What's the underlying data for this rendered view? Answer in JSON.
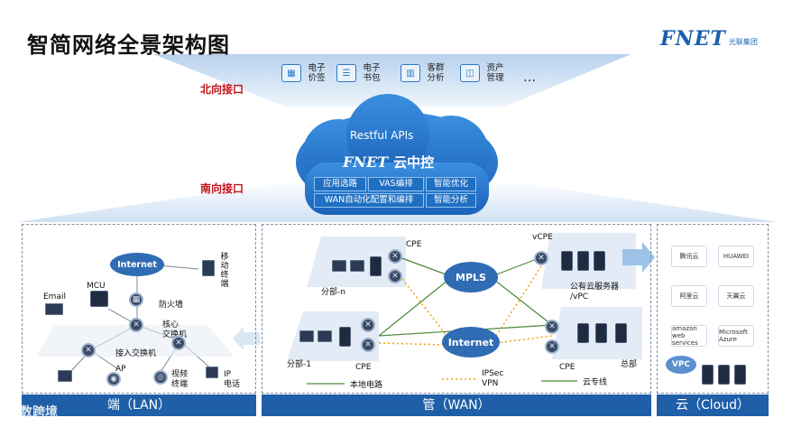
{
  "header": {
    "title": "智简网络全景架构图"
  },
  "logo": {
    "text": "FNET",
    "subtitle": "光联集团"
  },
  "interfaces": {
    "north": "北向接口",
    "south": "南向接口"
  },
  "apps": [
    {
      "label": "电子价签",
      "icon": "price-tag-icon"
    },
    {
      "label": "电子书包",
      "icon": "ebook-icon"
    },
    {
      "label": "客群分析",
      "icon": "analytics-icon"
    },
    {
      "label": "资产管理",
      "icon": "asset-icon"
    }
  ],
  "apps_more": "…",
  "controller": {
    "api_label": "Restful APIs",
    "brand": "FNET",
    "brand_cn": "云中控",
    "features": [
      "应用选路",
      "VAS编排",
      "智能优化",
      "WAN自动化配置和编排",
      "智能分析"
    ]
  },
  "lan": {
    "internet": "Internet",
    "mcu": "MCU",
    "email": "Email",
    "firewall": "防火墙",
    "core_switch": "核心\n交换机",
    "access_switch": "接入交换机",
    "ap": "AP",
    "video_terminal": "视频\n终端",
    "ip_phone": "IP\n电话",
    "mobile_terminal": "移动终端"
  },
  "wan": {
    "mpls": "MPLS",
    "internet": "Internet",
    "cpe_top": "CPE",
    "branch_n": "分部-n",
    "branch_1": "分部-1",
    "cpe_bottom": "CPE",
    "local_line": "本地电路",
    "ipsec_vpn": "IPSec\nVPN",
    "vcpe": "vCPE",
    "public_cloud": "公有云服务器\n/vPC",
    "cpe_hq": "CPE",
    "hq": "总部",
    "cloud_line": "云专线"
  },
  "cloud": {
    "providers": [
      "腾讯云",
      "HUAWEI",
      "阿里云",
      "天翼云",
      "amazon web services",
      "Microsoft Azure"
    ],
    "vpc": "VPC"
  },
  "bars": {
    "lan": "端（LAN）",
    "wan": "管（WAN）",
    "cloud": "云（Cloud）"
  },
  "watermark": "大数跨境",
  "colors": {
    "brand_blue": "#1f5fa8",
    "accent_red": "#c0141a",
    "ipsec_orange": "#f2a416",
    "line_green": "#4d8a3a"
  }
}
